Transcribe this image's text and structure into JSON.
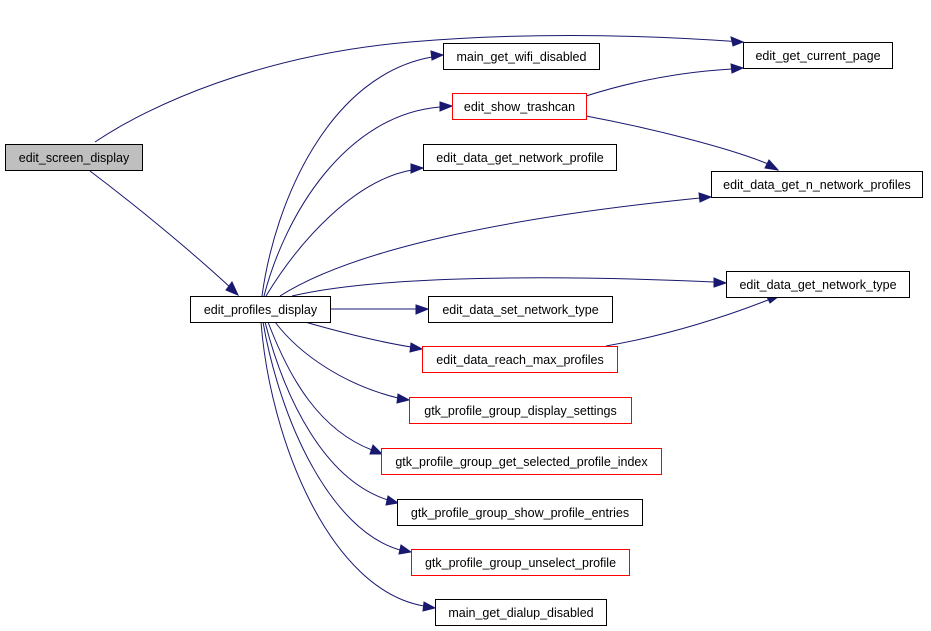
{
  "diagram": {
    "colors": {
      "edge": "#191970",
      "node_border_normal": "#000000",
      "node_border_truncated": "#ff0000",
      "root_fill": "#bfbfbf",
      "node_fill": "#ffffff"
    },
    "nodes": [
      {
        "id": "edit_screen_display",
        "label": "edit_screen_display",
        "style": "root"
      },
      {
        "id": "edit_profiles_display",
        "label": "edit_profiles_display",
        "style": "normal"
      },
      {
        "id": "main_get_wifi_disabled",
        "label": "main_get_wifi_disabled",
        "style": "normal"
      },
      {
        "id": "edit_show_trashcan",
        "label": "edit_show_trashcan",
        "style": "truncated"
      },
      {
        "id": "edit_data_get_network_profile",
        "label": "edit_data_get_network_profile",
        "style": "normal"
      },
      {
        "id": "edit_get_current_page",
        "label": "edit_get_current_page",
        "style": "normal"
      },
      {
        "id": "edit_data_get_n_network_profiles",
        "label": "edit_data_get_n_network_profiles",
        "style": "normal"
      },
      {
        "id": "edit_data_get_network_type",
        "label": "edit_data_get_network_type",
        "style": "normal"
      },
      {
        "id": "edit_data_set_network_type",
        "label": "edit_data_set_network_type",
        "style": "normal"
      },
      {
        "id": "edit_data_reach_max_profiles",
        "label": "edit_data_reach_max_profiles",
        "style": "truncated"
      },
      {
        "id": "gtk_profile_group_display_settings",
        "label": "gtk_profile_group_display_settings",
        "style": "truncated"
      },
      {
        "id": "gtk_profile_group_get_selected_profile_index",
        "label": "gtk_profile_group_get_selected_profile_index",
        "style": "truncated"
      },
      {
        "id": "gtk_profile_group_show_profile_entries",
        "label": "gtk_profile_group_show_profile_entries",
        "style": "normal"
      },
      {
        "id": "gtk_profile_group_unselect_profile",
        "label": "gtk_profile_group_unselect_profile",
        "style": "truncated"
      },
      {
        "id": "main_get_dialup_disabled",
        "label": "main_get_dialup_disabled",
        "style": "normal"
      }
    ],
    "edges": [
      {
        "from": "edit_screen_display",
        "to": "edit_get_current_page"
      },
      {
        "from": "edit_screen_display",
        "to": "edit_profiles_display"
      },
      {
        "from": "edit_profiles_display",
        "to": "main_get_wifi_disabled"
      },
      {
        "from": "edit_profiles_display",
        "to": "edit_show_trashcan"
      },
      {
        "from": "edit_profiles_display",
        "to": "edit_data_get_network_profile"
      },
      {
        "from": "edit_profiles_display",
        "to": "edit_data_get_n_network_profiles"
      },
      {
        "from": "edit_profiles_display",
        "to": "edit_data_get_network_type"
      },
      {
        "from": "edit_profiles_display",
        "to": "edit_data_set_network_type"
      },
      {
        "from": "edit_profiles_display",
        "to": "edit_data_reach_max_profiles"
      },
      {
        "from": "edit_profiles_display",
        "to": "gtk_profile_group_display_settings"
      },
      {
        "from": "edit_profiles_display",
        "to": "gtk_profile_group_get_selected_profile_index"
      },
      {
        "from": "edit_profiles_display",
        "to": "gtk_profile_group_show_profile_entries"
      },
      {
        "from": "edit_profiles_display",
        "to": "gtk_profile_group_unselect_profile"
      },
      {
        "from": "edit_profiles_display",
        "to": "main_get_dialup_disabled"
      },
      {
        "from": "edit_show_trashcan",
        "to": "edit_get_current_page"
      },
      {
        "from": "edit_show_trashcan",
        "to": "edit_data_get_n_network_profiles"
      },
      {
        "from": "edit_data_reach_max_profiles",
        "to": "edit_data_get_network_type"
      }
    ]
  }
}
